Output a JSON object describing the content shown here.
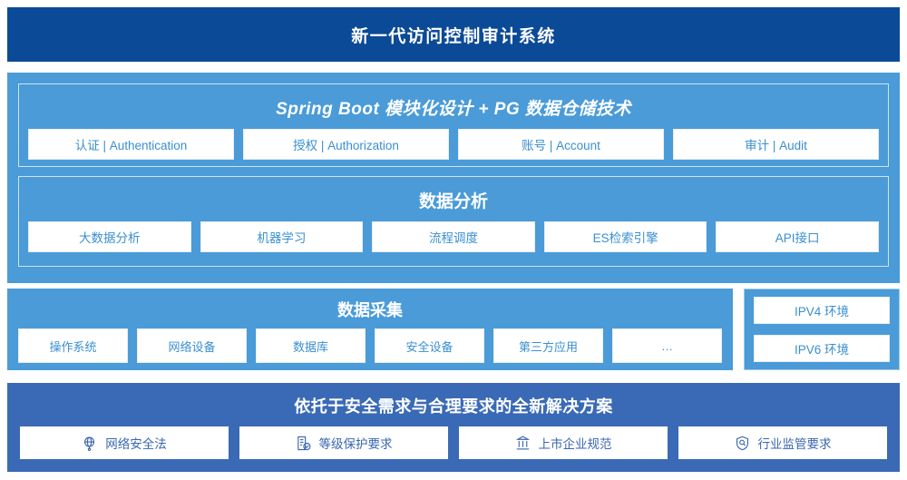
{
  "header": {
    "title": "新一代访问控制审计系统"
  },
  "platform": {
    "spring": {
      "title": "Spring Boot 模块化设计 + PG 数据仓储技术",
      "items": [
        {
          "label": "认证 | Authentication"
        },
        {
          "label": "授权 | Authorization"
        },
        {
          "label": "账号 | Account"
        },
        {
          "label": "审计 | Audit"
        }
      ]
    },
    "analysis": {
      "title": "数据分析",
      "items": [
        {
          "label": "大数据分析"
        },
        {
          "label": "机器学习"
        },
        {
          "label": "流程调度"
        },
        {
          "label": "ES检索引擎"
        },
        {
          "label": "API接口"
        }
      ]
    }
  },
  "collection": {
    "title": "数据采集",
    "items": [
      {
        "label": "操作系统"
      },
      {
        "label": "网络设备"
      },
      {
        "label": "数据库"
      },
      {
        "label": "安全设备"
      },
      {
        "label": "第三方应用"
      },
      {
        "label": "…"
      }
    ]
  },
  "environments": {
    "items": [
      {
        "label": "IPV4 环境"
      },
      {
        "label": "IPV6 环境"
      }
    ]
  },
  "compliance": {
    "title": "依托于安全需求与合理要求的全新解决方案",
    "items": [
      {
        "label": "网络安全法",
        "icon": "globe-icon"
      },
      {
        "label": "等级保护要求",
        "icon": "document-check-icon"
      },
      {
        "label": "上市企业规范",
        "icon": "bank-building-icon"
      },
      {
        "label": "行业监管要求",
        "icon": "shield-search-icon"
      }
    ]
  },
  "colors": {
    "header_bg": "#0b4a96",
    "panel_blue": "#4a9bd8",
    "compliance_bg": "#3a6ab5",
    "chip_text": "#3a8fd0",
    "compliance_text": "#3a66ad",
    "page_bg": "#ffffff"
  }
}
